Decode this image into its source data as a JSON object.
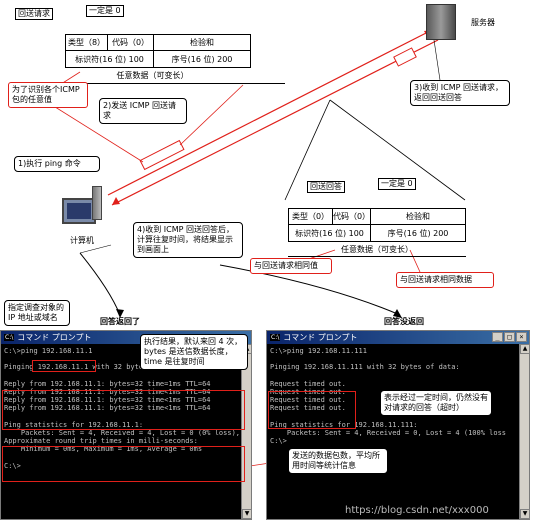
{
  "top_packet": {
    "tag_type": "回送请求",
    "tag_code": "一定是 0",
    "row1": [
      "类型（8）",
      "代码（0）",
      "检验和"
    ],
    "row2": [
      "标识符(16 位) 100",
      "序号(16 位) 200"
    ],
    "row3": "任意数据（可变长）"
  },
  "bottom_packet": {
    "tag_type": "回送回答",
    "tag_code": "一定是 0",
    "row1": [
      "类型（0）",
      "代码（0）",
      "检验和"
    ],
    "row2": [
      "标识符(16 位) 100",
      "序号(16 位) 200"
    ],
    "row3": "任意数据（可变长）"
  },
  "server_label": "服务器",
  "computer_label": "计算机",
  "callouts": {
    "id_note": "为了识别各个ICMP包的任意值",
    "step1": "1)执行 ping 命令",
    "step2": "2)发送 ICMP 回送请求",
    "step3": "3)收到 ICMP 回送请求，返回回送回答",
    "step4": "4)收到 ICMP 回送回答后，计算往复时间，将结果显示到画面上",
    "same_value": "与回送请求相同值",
    "same_data": "与回送请求相同数据",
    "target_ip": "指定调查对象的 IP 地址或域名",
    "result_note": "执行结果，默认来回 4 次，bytes 是送信数据长度，time 是往复时间",
    "timeout_note": "表示经过一定时间，仍然没有对请求的回答（超时）",
    "stats_note": "发送的数据包数，平均所用时间等统计信息"
  },
  "headings": {
    "left": "回答返回了",
    "right": "回答没返回"
  },
  "left_window": {
    "title": "コマンド プロンプト",
    "lines": [
      "C:\\>ping 192.168.11.1",
      "",
      "Pinging 192.168.11.1 with 32 bytes of data:",
      "",
      "Reply from 192.168.11.1: bytes=32 time=1ms TTL=64",
      "Reply from 192.168.11.1: bytes=32 time<1ms TTL=64",
      "Reply from 192.168.11.1: bytes=32 time<1ms TTL=64",
      "Reply from 192.168.11.1: bytes=32 time<1ms TTL=64",
      "",
      "Ping statistics for 192.168.11.1:",
      "    Packets: Sent = 4, Received = 4, Lost = 0 (0% loss),",
      "Approximate round trip times in milli-seconds:",
      "    Minimum = 0ms, Maximum = 1ms, Average = 0ms",
      "",
      "C:\\>"
    ]
  },
  "right_window": {
    "title": "コマンド プロンプト",
    "lines": [
      "C:\\>ping 192.168.11.111",
      "",
      "Pinging 192.168.11.111 with 32 bytes of data:",
      "",
      "Request timed out.",
      "Request timed out.",
      "Request timed out.",
      "Request timed out.",
      "",
      "Ping statistics for 192.168.11.111:",
      "    Packets: Sent = 4, Received = 0, Lost = 4 (100% loss",
      "C:\\>",
      "",
      "",
      ""
    ]
  },
  "watermark": "https://blog.csdn.net/xxx000"
}
